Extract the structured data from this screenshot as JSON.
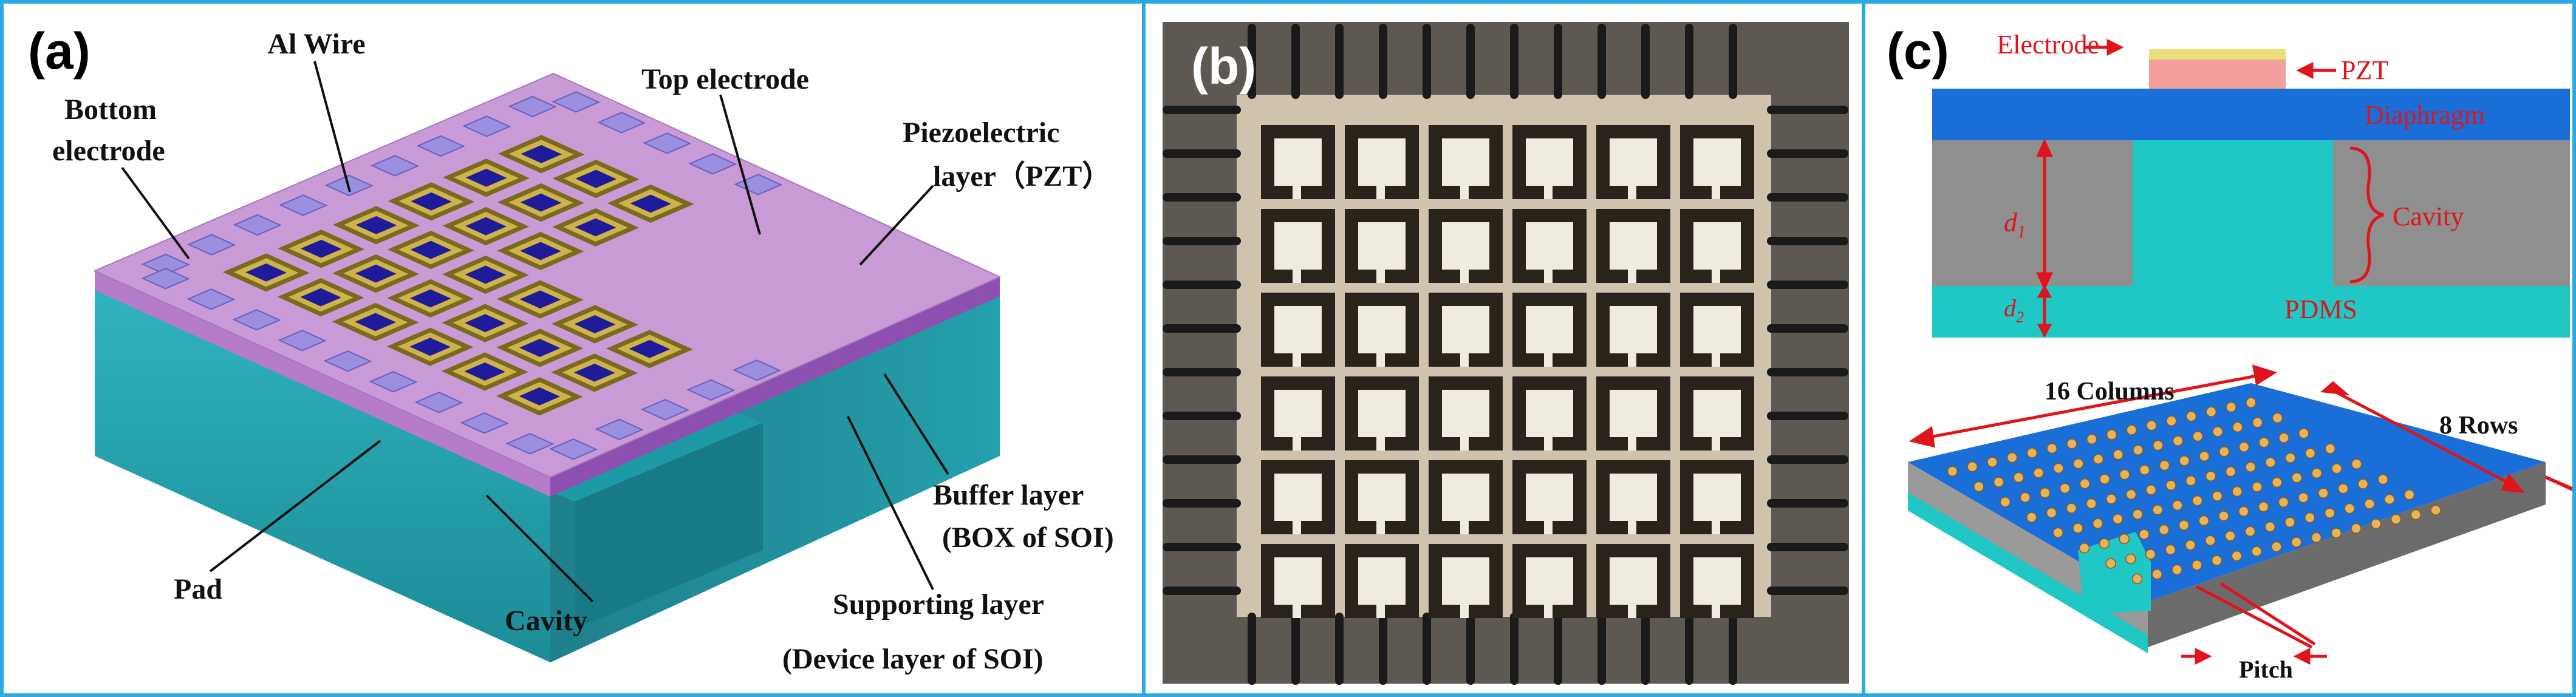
{
  "panel_a": {
    "label": "(a)",
    "callouts": {
      "al_wire": "Al Wire",
      "bottom_electrode_1": "Bottom",
      "bottom_electrode_2": "electrode",
      "top_electrode": "Top electrode",
      "piezo_1": "Piezoelectric",
      "piezo_2": "layer（PZT）",
      "buffer_1": "Buffer layer",
      "buffer_2": "(BOX of SOI)",
      "pad": "Pad",
      "cavity": "Cavity",
      "support_1": "Supporting layer",
      "support_2": "(Device layer of SOI)"
    }
  },
  "panel_b": {
    "label": "(b)"
  },
  "panel_c": {
    "label": "(c)",
    "cross_section": {
      "electrode": "Electrode",
      "pzt": "PZT",
      "diaphragm": "Diaphragm",
      "cavity": "Cavity",
      "d1_letter": "d",
      "d1_sub": "1",
      "d2_letter": "d",
      "d2_sub": "2",
      "pdms": "PDMS"
    },
    "array": {
      "columns": "16 Columns",
      "rows": "8 Rows",
      "pitch": "Pitch"
    }
  },
  "colors": {
    "frame": "#29abe2",
    "pzt_top": "#c99bd6",
    "electrode_blue": "#1f1b9a",
    "substrate_teal": "#2aa9b5",
    "diaphragm_blue": "#1a6ed8",
    "cavity_cyan": "#1fc8c4",
    "annotation_red": "#e0141c"
  }
}
